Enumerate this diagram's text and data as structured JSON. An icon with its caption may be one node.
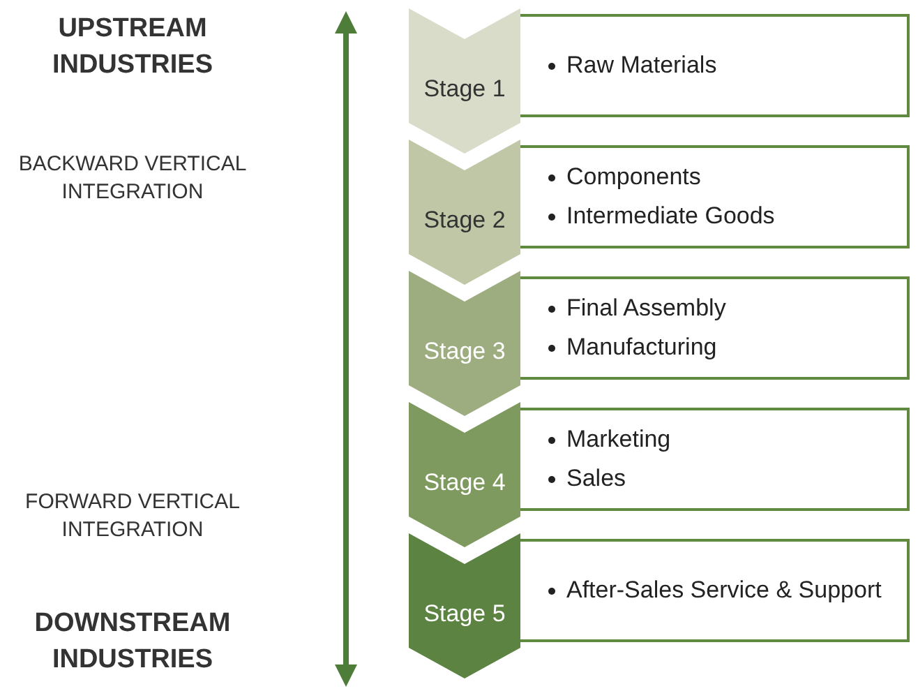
{
  "diagram": {
    "nodes": [
      {
        "text": [
          "Stage 1"
        ]
      },
      {
        "text": [
          "Raw Materials"
        ]
      },
      {
        "text": [
          "Stage 2"
        ]
      },
      {
        "text": [
          "Components",
          "Intermediate Goods"
        ]
      },
      {
        "text": [
          "Stage 3"
        ]
      },
      {
        "text": [
          "Final Assembly",
          "Manufacturing"
        ]
      },
      {
        "text": [
          "Stage 4"
        ]
      },
      {
        "text": [
          "Marketing",
          "Sales"
        ]
      },
      {
        "text": [
          "Stage 5"
        ]
      },
      {
        "text": [
          "After-Sales Service & Support"
        ]
      }
    ],
    "labels": [
      "UPSTREAM INDUSTRIES",
      "BACKWARD VERTICAL INTEGRATION",
      "FORWARD VERTICAL INTEGRATION",
      "DOWNSTREAM INDUSTRIES"
    ]
  }
}
